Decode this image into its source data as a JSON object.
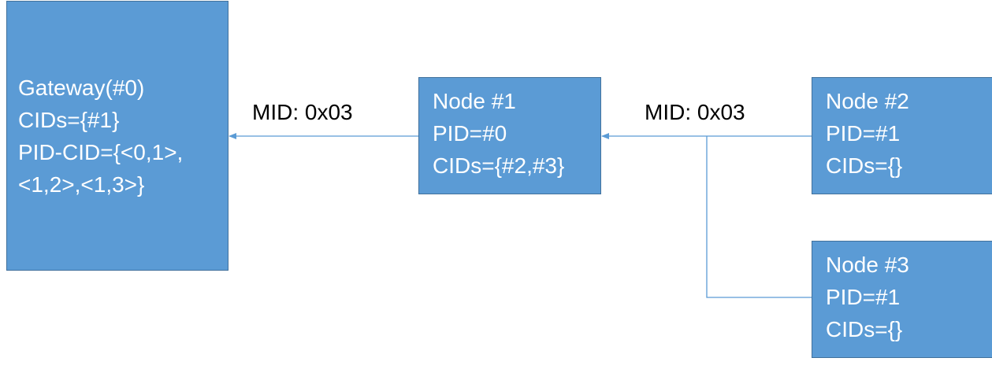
{
  "colors": {
    "box_fill": "#5B9BD5",
    "box_border": "#41719C",
    "box_text": "#FFFFFF",
    "connector": "#5B9BD5",
    "label_text": "#000000"
  },
  "gateway": {
    "lines": [
      "Gateway(#0)",
      "CIDs={#1}",
      "PID-CID={<0,1>,",
      "<1,2>,<1,3>}"
    ]
  },
  "node1": {
    "lines": [
      "Node #1",
      "PID=#0",
      "CIDs={#2,#3}"
    ]
  },
  "node2": {
    "lines": [
      "Node #2",
      "PID=#1",
      "CIDs={}"
    ]
  },
  "node3": {
    "lines": [
      "Node #3",
      "PID=#1",
      "CIDs={}"
    ]
  },
  "messages": {
    "node1_to_gateway": "MID: 0x03",
    "children_to_node1": "MID: 0x03"
  }
}
